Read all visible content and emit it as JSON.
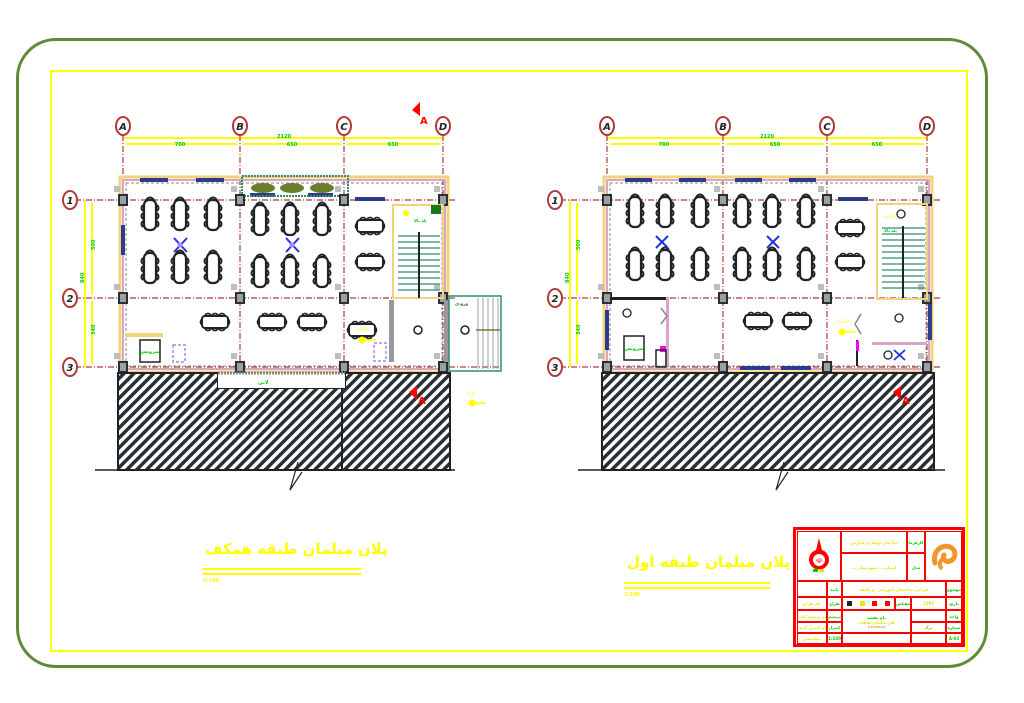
{
  "colors": {
    "outer_frame": "#5f8a3a",
    "inner_frame": "#ffff00",
    "grid_line": "#b03a3a",
    "dimension_line": "#ffff00",
    "dimension_text": "#00cc00",
    "wall_hatch": "#2a2f33",
    "window": "#2e3a8c",
    "wall_fill": "#d9a6c9",
    "wall_edge": "#f0d37a",
    "plants": "#6b7f2a",
    "stair": "#2f8f6f",
    "title_block": "#ff0000",
    "section_mark": "#ff0000",
    "level_marker": "#ffff00"
  },
  "plans": [
    {
      "id": "ground",
      "title": "پلان مبلمان طبقه همکف",
      "scale": "1:100",
      "grid_cols": [
        "A",
        "B",
        "C",
        "D"
      ],
      "grid_rows": [
        "1",
        "2",
        "3"
      ],
      "overall_dim": "2120",
      "bay_dims": [
        "700",
        "650",
        "650"
      ],
      "row_dims": [
        "500",
        "340"
      ],
      "total_row_dim": "840",
      "labels": {
        "stair_up": "پله بالا",
        "entrance": "ورودی",
        "lobby": "لابی",
        "toilet": "سرویس",
        "level_1": "±0.00",
        "level_2": "-0.15"
      },
      "section_mark": "A"
    },
    {
      "id": "first",
      "title": "پلان مبلمان طبقه اول",
      "scale": "1:100",
      "grid_cols": [
        "A",
        "B",
        "C",
        "D"
      ],
      "grid_rows": [
        "1",
        "2",
        "3"
      ],
      "overall_dim": "2120",
      "bay_dims": [
        "700",
        "650",
        "650"
      ],
      "row_dims": [
        "500",
        "340"
      ],
      "total_row_dim": "840",
      "labels": {
        "stair_up": "پله بالا",
        "toilet": "سرویس",
        "level_1": "+3.20",
        "level_2": "+3.12"
      },
      "section_mark": "A"
    }
  ],
  "title_block": {
    "project_label": "کارفرما",
    "project_value": "سازمان نوسازی مدارس",
    "location_label": "محل",
    "location_value": "استان ... شهرستان ...",
    "subject_label": "موضوع",
    "subject_value": "طراحی ساختمان آموزشی دو طبقه",
    "designer_label": "طراح",
    "designer_value": "نام طراح",
    "drafter_label": "ترسیم",
    "drafter_value": "نام ترسیم کننده",
    "checker_label": "کنترل",
    "checker_value": "نام کنترل کننده",
    "date_label": "تاریخ",
    "date_value": "1397",
    "sheet_label": "شماره",
    "sheet_value": "A-03",
    "scale_label": "مقیاس",
    "scale_value": "1:100",
    "drawing_title": "پلان مبلمان طبقات",
    "drawing_code": "F-PLAN-01",
    "unit_label": "واحد",
    "unit_value": "سانتیمتر",
    "approval_label": "تایید",
    "approval_value": "مهر و امضا",
    "ground_label": "نام نقشه",
    "sheet_count_label": "برگ",
    "logo_left": "emblem",
    "logo_right": "organization-logo"
  }
}
